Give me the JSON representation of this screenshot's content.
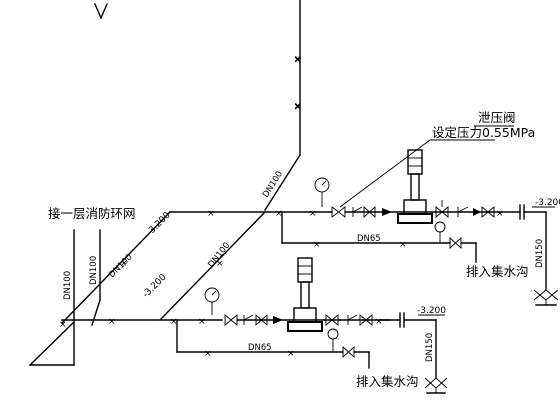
{
  "labels": {
    "relief_valve_title": "泄压阀",
    "relief_valve_setting": "设定压力0.55MPa",
    "connect_loop": "接一层消防环网",
    "drain_upper": "排入集水沟",
    "drain_lower": "排入集水沟"
  },
  "pipe_sizes": {
    "riser_main": "DN100",
    "diagonal_upper": "DN100",
    "diagonal_lower": "DN100",
    "left_vertical_1": "DN100",
    "left_vertical_2": "DN100",
    "branch_upper": "DN65",
    "branch_lower": "DN65",
    "right_drop_upper": "DN150",
    "right_drop_lower": "DN150"
  },
  "levels": {
    "level_left_upper": "-3.200",
    "level_left_lower": "-3.200",
    "level_right_upper": "-3.200",
    "level_right_lower": "-3.200"
  },
  "colors": {
    "line": "#000000",
    "background": "#ffffff"
  }
}
